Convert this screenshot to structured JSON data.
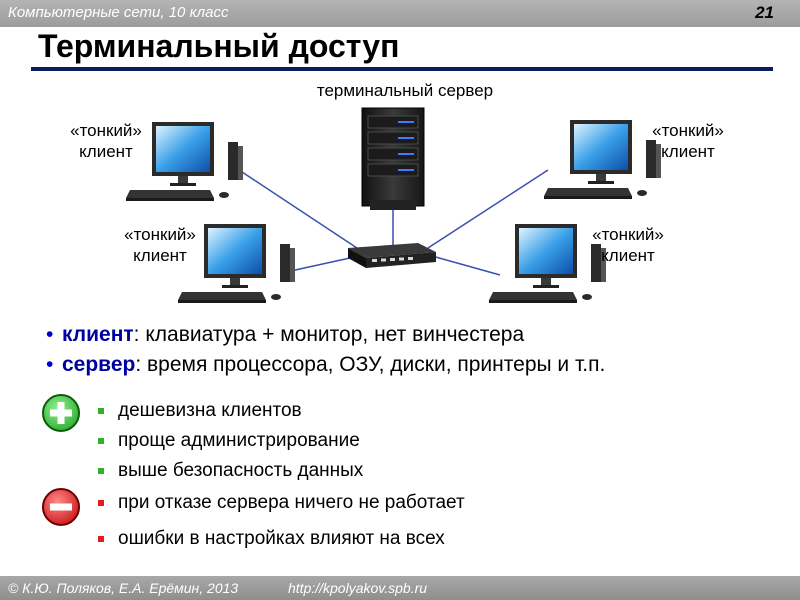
{
  "header": {
    "course": "Компьютерные сети, 10 класс",
    "slide_number": "21"
  },
  "title": "Терминальный доступ",
  "diagram": {
    "server_label": "терминальный сервер",
    "clients": [
      {
        "label_line1": "«тонкий»",
        "label_line2": "клиент"
      },
      {
        "label_line1": "«тонкий»",
        "label_line2": "клиент"
      },
      {
        "label_line1": "«тонкий»",
        "label_line2": "клиент"
      },
      {
        "label_line1": "«тонкий»",
        "label_line2": "клиент"
      }
    ]
  },
  "bullets": [
    {
      "term": "клиент",
      "text": ": клавиатура + монитор, нет винчестера"
    },
    {
      "term": "сервер",
      "text": ": время процессора, ОЗУ, диски, принтеры и т.п."
    }
  ],
  "pros": [
    "дешевизна клиентов",
    "проще администрирование",
    "выше безопасность данных"
  ],
  "cons": [
    "при отказе сервера ничего не работает",
    "ошибки в настройках влияют на всех"
  ],
  "footer": {
    "authors": "© К.Ю. Поляков, Е.А. Ерёмин, 2013",
    "url": "http://kpolyakov.spb.ru"
  },
  "colors": {
    "accent": "#0a1e5e",
    "term": "#0000a0",
    "plus": "#2fb12f",
    "minus": "#e51c1c"
  }
}
